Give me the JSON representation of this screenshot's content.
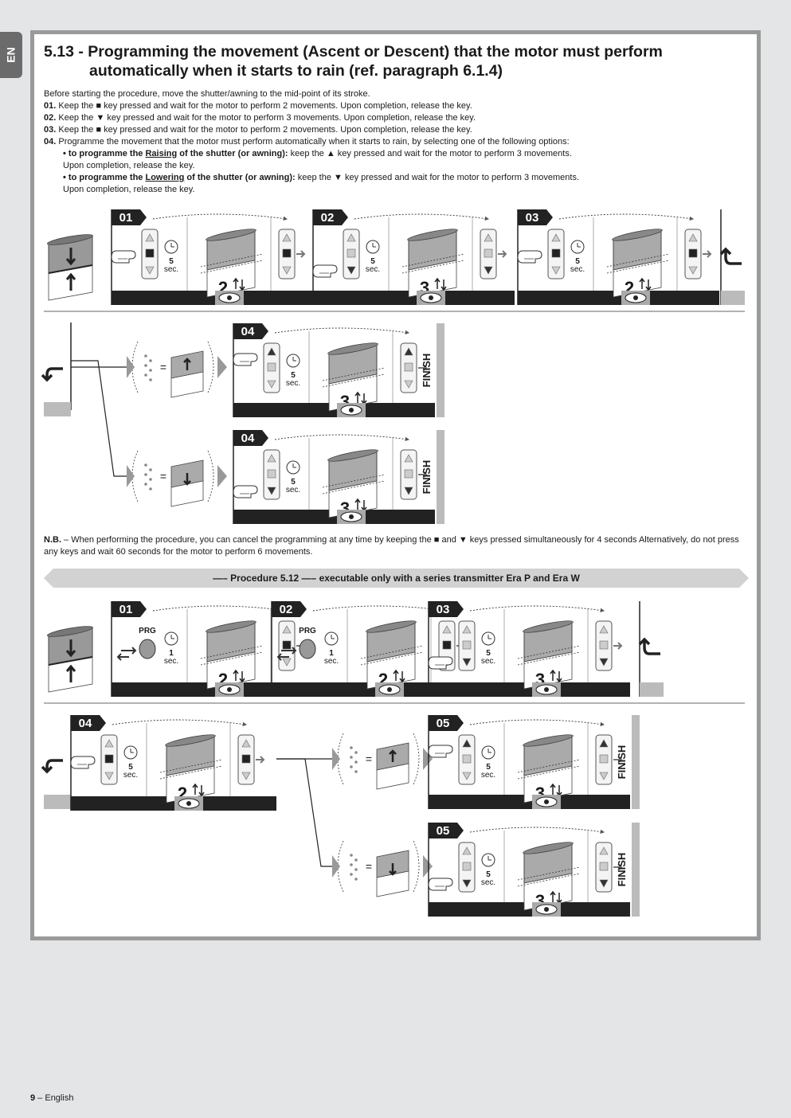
{
  "lang_tab": "EN",
  "section": {
    "title_line1": "5.13 - Programming the movement (Ascent or Descent) that the motor must perform",
    "title_line2": "automatically when it starts to rain (ref. paragraph 6.1.4)"
  },
  "intro": {
    "before": "Before starting the procedure, move the shutter/awning to the mid-point of its stroke.",
    "steps": [
      {
        "num": "01.",
        "text": "Keep the ■ key pressed and wait for the motor to perform 2 movements. Upon completion, release the key."
      },
      {
        "num": "02.",
        "text": "Keep the ▼ key pressed and wait for the motor to perform 3 movements. Upon completion, release the key."
      },
      {
        "num": "03.",
        "text": "Keep the ■ key pressed and wait for the motor to perform 2 movements. Upon completion, release the key."
      },
      {
        "num": "04.",
        "text": "Programme the movement that the motor must perform automatically when it starts to rain, by selecting one of the following options:"
      }
    ],
    "opt_raise": {
      "pre": "• to programme the ",
      "u": "Raising",
      "post": " of the shutter (or awning):",
      "text": " keep the ▲ key pressed and wait for the motor to perform 3 movements.",
      "cont": "Upon completion, release the key."
    },
    "opt_lower": {
      "pre": "• to programme the ",
      "u": "Lowering",
      "post": " of the shutter (or awning):",
      "text": " keep the ▼ key pressed and wait for the motor to perform 3 movements.",
      "cont": "Upon completion, release the key."
    }
  },
  "nb": {
    "label": "N.B.",
    "text": " – When performing the procedure, you can cancel the programming at any time by keeping the ■ and ▼ keys pressed simultaneously for 4 seconds Alternatively, do not press any keys and wait 60 seconds for the motor to perform 6 movements."
  },
  "banner": "—– Procedure 5.12 —–  executable only with a series transmitter Era P and Era W",
  "diagram": {
    "sec_label": "sec.",
    "finish_label": "FINISH",
    "prg_label": "PRG",
    "row1": [
      {
        "step": "01",
        "secs": "5",
        "moves": "2"
      },
      {
        "step": "02",
        "secs": "5",
        "moves": "3"
      },
      {
        "step": "03",
        "secs": "5",
        "moves": "2"
      }
    ],
    "row2": [
      {
        "step": "04",
        "secs": "5",
        "moves": "3"
      },
      {
        "step": "04",
        "secs": "5",
        "moves": "3"
      }
    ],
    "row3": [
      {
        "step": "01",
        "secs": "1",
        "moves": "2"
      },
      {
        "step": "02",
        "secs": "1",
        "moves": "2"
      },
      {
        "step": "03",
        "secs": "5",
        "moves": "3"
      }
    ],
    "row4": [
      {
        "step": "04",
        "secs": "5",
        "moves": "2"
      },
      {
        "step": "05",
        "secs": "5",
        "moves": "3"
      },
      {
        "step": "05",
        "secs": "5",
        "moves": "3"
      }
    ]
  },
  "footer": {
    "page": "9",
    "text": " – English"
  }
}
